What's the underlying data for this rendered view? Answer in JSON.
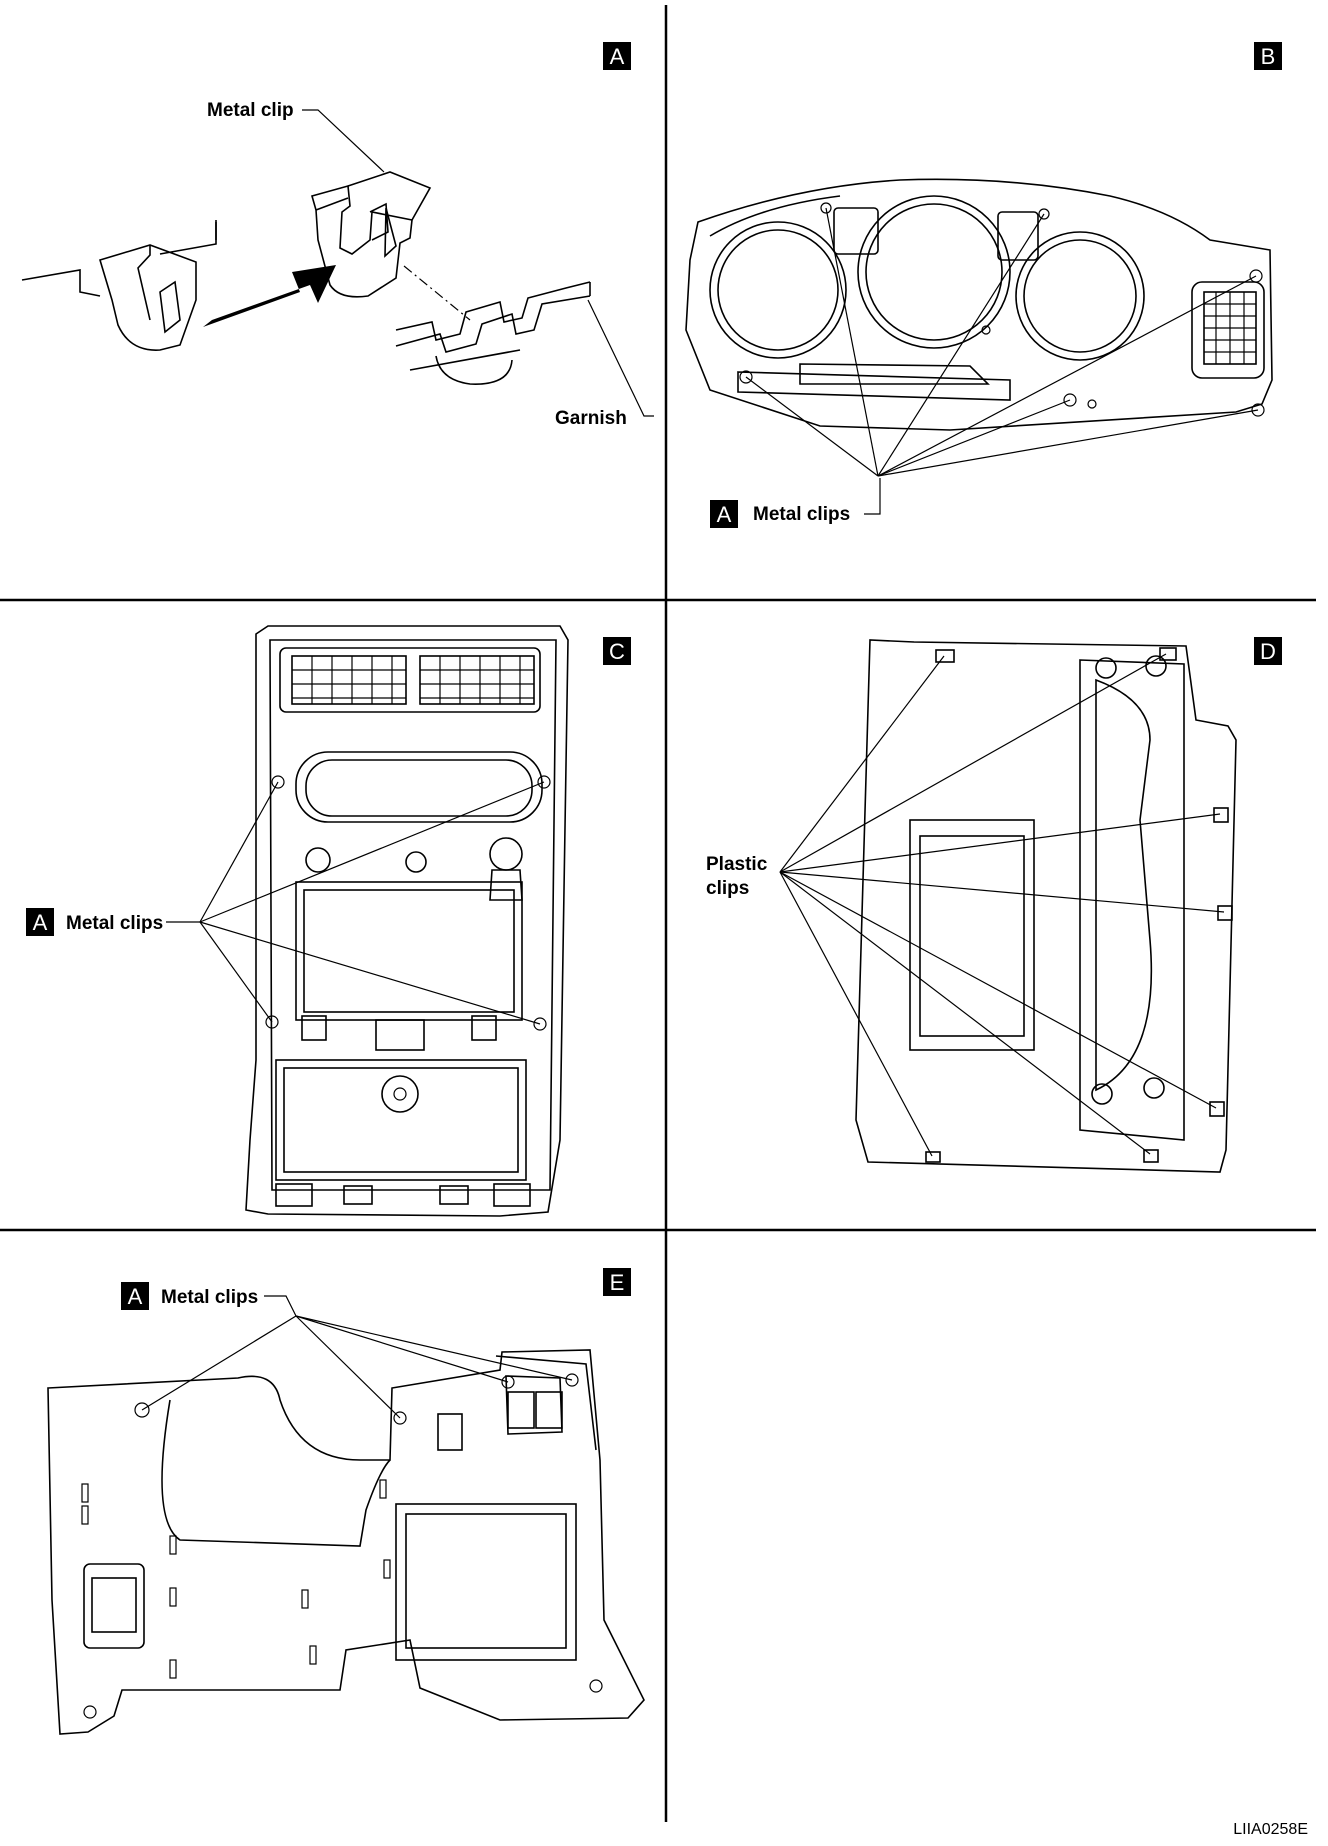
{
  "panels": {
    "a": {
      "badge": "A",
      "metal_clip": "Metal clip",
      "garnish": "Garnish"
    },
    "b": {
      "badge": "B",
      "callout_badge": "A",
      "metal_clips": "Metal clips"
    },
    "c": {
      "badge": "C",
      "callout_badge": "A",
      "metal_clips": "Metal clips"
    },
    "d": {
      "badge": "D",
      "plastic_line1": "Plastic",
      "plastic_line2": "clips"
    },
    "e": {
      "badge": "E",
      "callout_badge": "A",
      "metal_clips": "Metal clips"
    }
  },
  "figure_code": "LIIA0258E"
}
